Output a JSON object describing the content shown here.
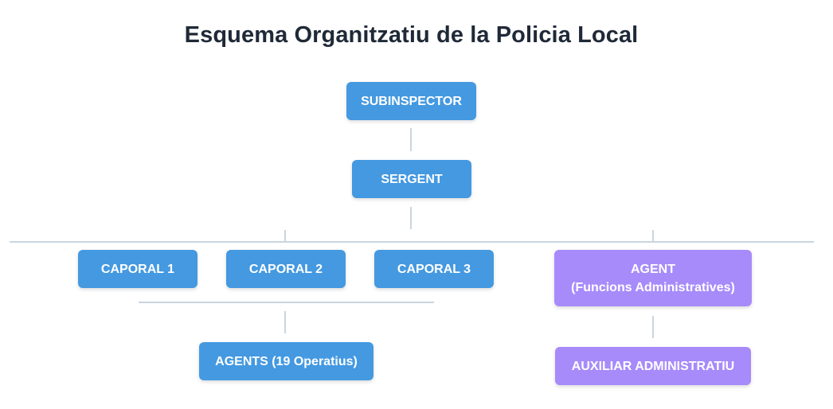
{
  "title": "Esquema Organitzatiu de la Policia Local",
  "colors": {
    "operational_box": "#4499e1",
    "administrative_box": "#a78bfa",
    "connector": "#cbd5df",
    "title_text": "#1f2937"
  },
  "nodes": {
    "subinspector": "SUBINSPECTOR",
    "sergent": "SERGENT",
    "caporal_1": "CAPORAL 1",
    "caporal_2": "CAPORAL 2",
    "caporal_3": "CAPORAL 3",
    "agents_operatius": "AGENTS (19 Operatius)",
    "agent_admin_line1": "AGENT",
    "agent_admin_line2": "(Funcions Administratives)",
    "auxiliar_administratiu": "AUXILIAR ADMINISTRATIU"
  }
}
